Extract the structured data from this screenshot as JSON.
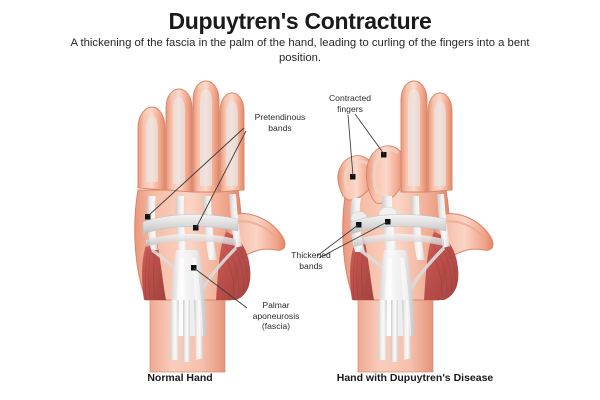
{
  "header": {
    "title": "Dupuytren's Contracture",
    "subtitle": "A thickening of the fascia in the palm of the hand, leading to curling of the fingers into a bent position."
  },
  "captions": {
    "normal": "Normal Hand",
    "disease": "Hand with Dupuytren's Disease"
  },
  "annotations": {
    "pretendinous_bands": "Pretendinous\nbands",
    "contracted_fingers": "Contracted\nfingers",
    "palmar_aponeurosis": "Palmar\naponeurosis\n(fascia)",
    "thickened_bands": "Thickened\nbands"
  },
  "colors": {
    "background": "#ffffff",
    "skin": "#f4ae95",
    "skin_light": "#f9cbb9",
    "skin_shadow": "#e39077",
    "skin_outline": "#d98468",
    "muscle": "#c0504d",
    "muscle_dark": "#a8403d",
    "fascia": "#e6e6e6",
    "fascia_light": "#f5f5f5",
    "fascia_shadow": "#c4c4c4",
    "text": "#1a1a1a",
    "leader": "#3a3a3a",
    "marker": "#111111"
  },
  "figures": [
    {
      "name": "normal-hand",
      "fingers_extended": 4,
      "fingers_contracted": 0,
      "thumb": "extended"
    },
    {
      "name": "dupuytren-hand",
      "fingers_extended": 2,
      "fingers_contracted": 2,
      "thumb": "extended"
    }
  ]
}
